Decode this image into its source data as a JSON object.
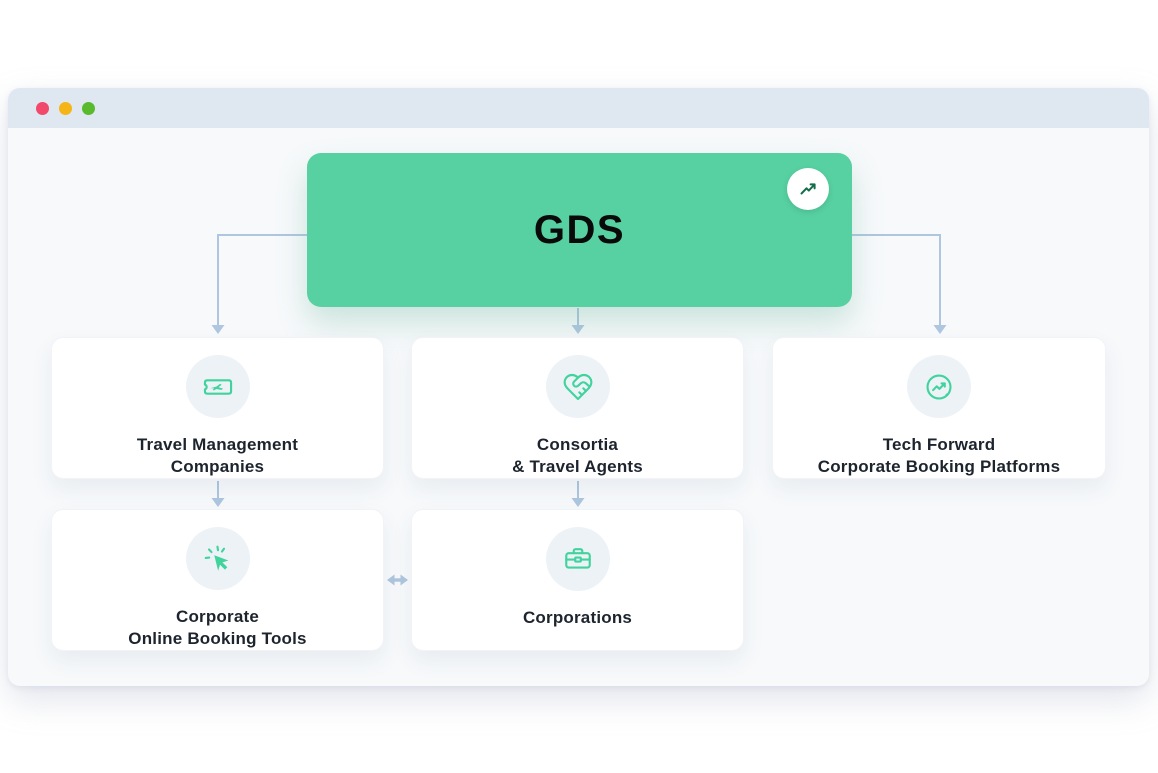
{
  "window": {
    "controls": [
      {
        "name": "close",
        "color": "#f1486c"
      },
      {
        "name": "minimize",
        "color": "#f5b517"
      },
      {
        "name": "maximize",
        "color": "#58ba2c"
      }
    ]
  },
  "colors": {
    "accent_green": "#57d1a2",
    "icon_green": "#41d39c",
    "badge_arrow_green": "#156e4b",
    "connector_blue": "#aec6df",
    "titlebar_bg": "#dfe7f1",
    "content_bg": "#f7f9fb"
  },
  "diagram": {
    "root": {
      "label": "GDS",
      "icon": "trending-up-icon"
    },
    "nodes": [
      {
        "icon": "ticket-plane-icon",
        "label_lines": [
          "Travel Management",
          "Companies"
        ]
      },
      {
        "icon": "handshake-heart-icon",
        "label_lines": [
          "Consortia",
          "& Travel Agents"
        ]
      },
      {
        "icon": "growth-chart-icon",
        "label_lines": [
          "Tech Forward",
          "Corporate Booking Platforms"
        ]
      },
      {
        "icon": "cursor-click-icon",
        "label_lines": [
          "Corporate",
          "Online Booking Tools"
        ]
      },
      {
        "icon": "briefcase-icon",
        "label_lines": [
          "Corporations",
          ""
        ]
      }
    ]
  }
}
